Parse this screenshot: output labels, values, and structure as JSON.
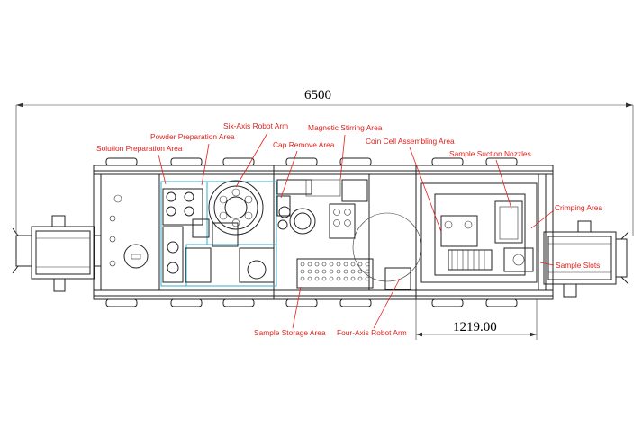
{
  "dimensions": {
    "overall_length": "6500",
    "section_length": "1219.00"
  },
  "labels": {
    "six_axis_robot_arm": "Six-Axis Robot Arm",
    "powder_preparation_area": "Powder Preparation Area",
    "solution_preparation_area": "Solution Preparation Area",
    "magnetic_stirring_area": "Magnetic Stirring Area",
    "cap_remove_area": "Cap Remove Area",
    "coin_cell_assembling_area": "Coin Cell Assembling Area",
    "sample_suction_nozzles": "Sample Suction Nozzles",
    "crimping_area": "Crimping Area",
    "sample_slots": "Sample Slots",
    "sample_storage_area": "Sample Storage Area",
    "four_axis_robot_arm": "Four-Axis Robot Arm"
  },
  "colors": {
    "label_red": "#e0201b",
    "outline": "#222222",
    "cyan_frame": "#3aaec9"
  }
}
